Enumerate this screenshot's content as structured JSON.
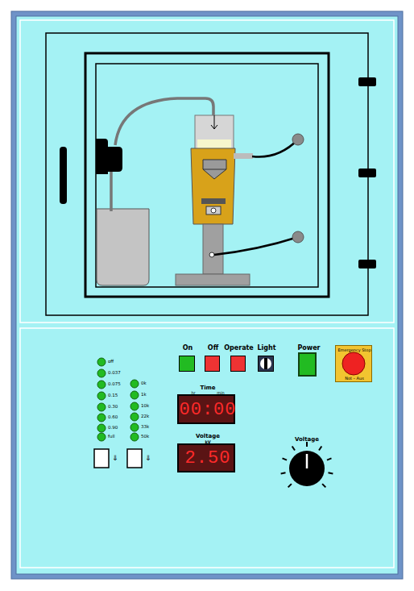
{
  "diagram": {
    "nodes": [
      {
        "text": [
          "On"
        ]
      },
      {
        "text": [
          "Off"
        ]
      },
      {
        "text": [
          "Operate"
        ]
      },
      {
        "text": [
          "Light"
        ]
      },
      {
        "text": [
          "Power"
        ]
      },
      {
        "text": [
          "Emergency Stop",
          "Not – Aus"
        ]
      },
      {
        "text": [
          "Time",
          "hr",
          "min",
          "00:00"
        ]
      },
      {
        "text": [
          "Voltage",
          "kV",
          "2.50"
        ]
      },
      {
        "text": [
          "Voltage"
        ]
      }
    ],
    "labels": [
      "off",
      "0.037",
      "0.075",
      "0.15",
      "0.30",
      "0.60",
      "0.90",
      "full",
      "0k",
      "1k",
      "10k",
      "22k",
      "33k",
      "50k",
      "⇓",
      "⇓"
    ]
  }
}
